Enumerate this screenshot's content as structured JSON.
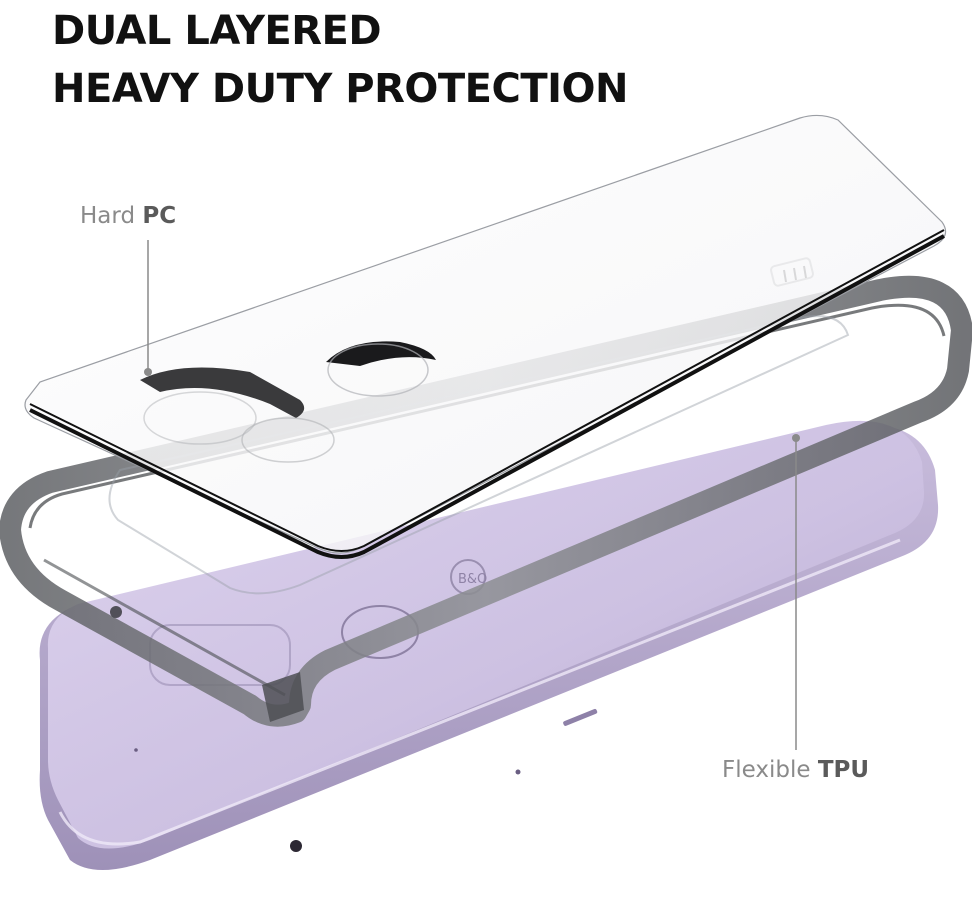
{
  "headline": {
    "line1": "DUAL LAYERED",
    "line2": "HEAVY DUTY PROTECTION"
  },
  "callouts": {
    "hard_pc": {
      "light": "Hard ",
      "strong": "PC"
    },
    "flexible_tpu": {
      "light": "Flexible ",
      "strong": "TPU"
    }
  },
  "logo_text": "B&O",
  "colors": {
    "phone_body": "#c7bcdc",
    "phone_back": "#d9d0ea",
    "bumper": "#6f7175",
    "pc_edge": "#111111",
    "headline": "#111111",
    "callout_text": "#8a8a8a"
  }
}
